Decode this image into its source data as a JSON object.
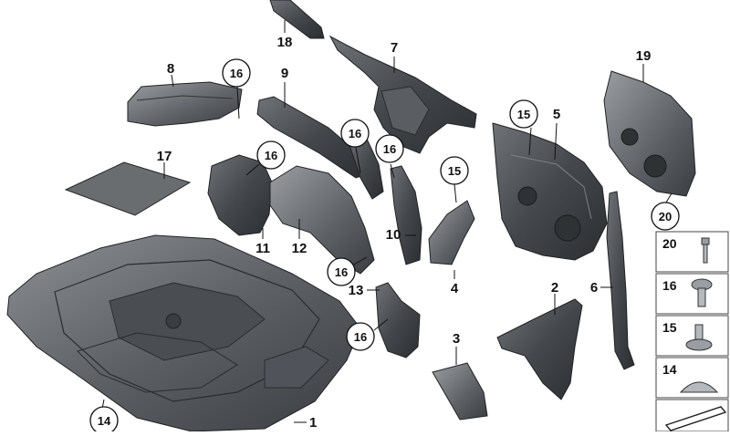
{
  "diagram": {
    "labels": {
      "l1": "1",
      "l2": "2",
      "l3": "3",
      "l4": "4",
      "l5": "5",
      "l6": "6",
      "l7": "7",
      "l8": "8",
      "l9": "9",
      "l10": "10",
      "l11": "11",
      "l12": "12",
      "l13": "13",
      "l14": "14",
      "l15a": "15",
      "l15b": "15",
      "l16a": "16",
      "l16b": "16",
      "l16c": "16",
      "l16d": "16",
      "l16e": "16",
      "l16f": "16",
      "l17": "17",
      "l18": "18",
      "l19": "19",
      "l20": "20"
    },
    "legend": [
      {
        "number": "20",
        "icon": "push-rivet-icon"
      },
      {
        "number": "16",
        "icon": "expanding-rivet-icon"
      },
      {
        "number": "15",
        "icon": "hex-nut-icon"
      },
      {
        "number": "14",
        "icon": "cap-icon"
      },
      {
        "number": "",
        "icon": "part-number-strip-icon"
      }
    ],
    "colors": {
      "part_dark": "#3a3d41",
      "part_mid": "#5c6065",
      "part_light": "#8a8e93",
      "mat": "#6a6d70",
      "line": "#111111"
    }
  }
}
